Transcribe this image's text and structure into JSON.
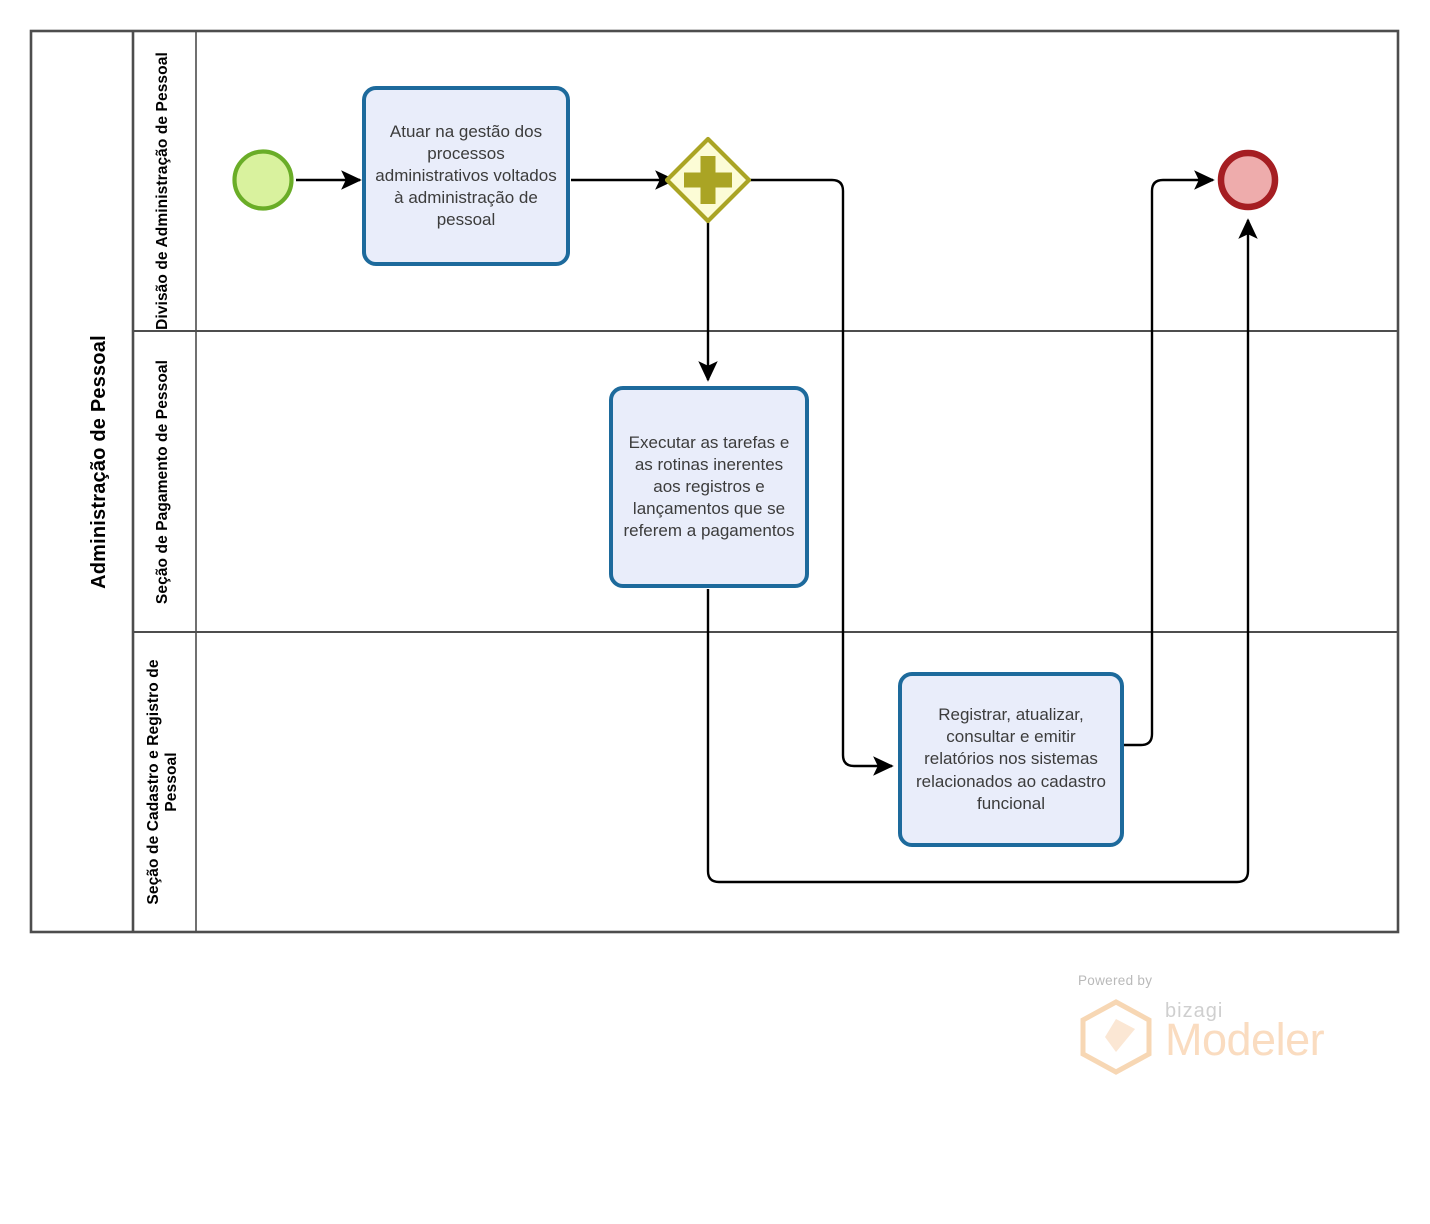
{
  "diagram": {
    "type": "bpmn-process-diagram",
    "pool": {
      "label": "Administração de Pessoal"
    },
    "lanes": [
      {
        "id": "lane-divisao",
        "label": "Divisão de Administração de Pessoal"
      },
      {
        "id": "lane-pagamento",
        "label": "Seção de Pagamento de Pessoal"
      },
      {
        "id": "lane-cadastro",
        "label": "Seção de Cadastro e Registro de Pessoal"
      }
    ],
    "events": [
      {
        "id": "start-event",
        "kind": "start",
        "lane": "lane-divisao",
        "fill": "#d9f29e",
        "stroke": "#6aad27"
      },
      {
        "id": "end-event",
        "kind": "end",
        "lane": "lane-divisao",
        "fill": "#eeacac",
        "stroke": "#a51e22"
      }
    ],
    "gateways": [
      {
        "id": "parallel-gateway",
        "kind": "parallel",
        "lane": "lane-divisao",
        "symbol": "plus",
        "fill": "#fcfcd6",
        "stroke": "#aaa424"
      }
    ],
    "tasks": [
      {
        "id": "task-gestao-processos",
        "lane": "lane-divisao",
        "label": "Atuar na gestão dos processos administrativos voltados à administração de pessoal"
      },
      {
        "id": "task-pagamentos",
        "lane": "lane-pagamento",
        "label": "Executar as tarefas e as rotinas inerentes aos registros e lançamentos  que se referem a pagamentos"
      },
      {
        "id": "task-cadastro-funcional",
        "lane": "lane-cadastro",
        "label": "Registrar, atualizar, consultar e emitir relatórios nos sistemas relacionados ao cadastro funcional"
      }
    ],
    "flows": [
      {
        "id": "flow-start-to-gestao",
        "from": "start-event",
        "to": "task-gestao-processos"
      },
      {
        "id": "flow-gestao-to-gateway",
        "from": "task-gestao-processos",
        "to": "parallel-gateway"
      },
      {
        "id": "flow-gateway-to-pagamentos",
        "from": "parallel-gateway",
        "to": "task-pagamentos"
      },
      {
        "id": "flow-gateway-to-cadastro",
        "from": "parallel-gateway",
        "to": "task-cadastro-funcional"
      },
      {
        "id": "flow-cadastro-to-end",
        "from": "task-cadastro-funcional",
        "to": "end-event"
      },
      {
        "id": "flow-pagamentos-to-end",
        "from": "task-pagamentos",
        "to": "end-event"
      }
    ],
    "colors": {
      "task_fill": "#e9edfa",
      "task_stroke": "#1d6a9c",
      "pool_stroke": "#4d4d4d",
      "flow_stroke": "#000000"
    }
  },
  "watermark": {
    "powered_by": "Powered by",
    "brand": "bizagi",
    "product": "Modeler"
  }
}
